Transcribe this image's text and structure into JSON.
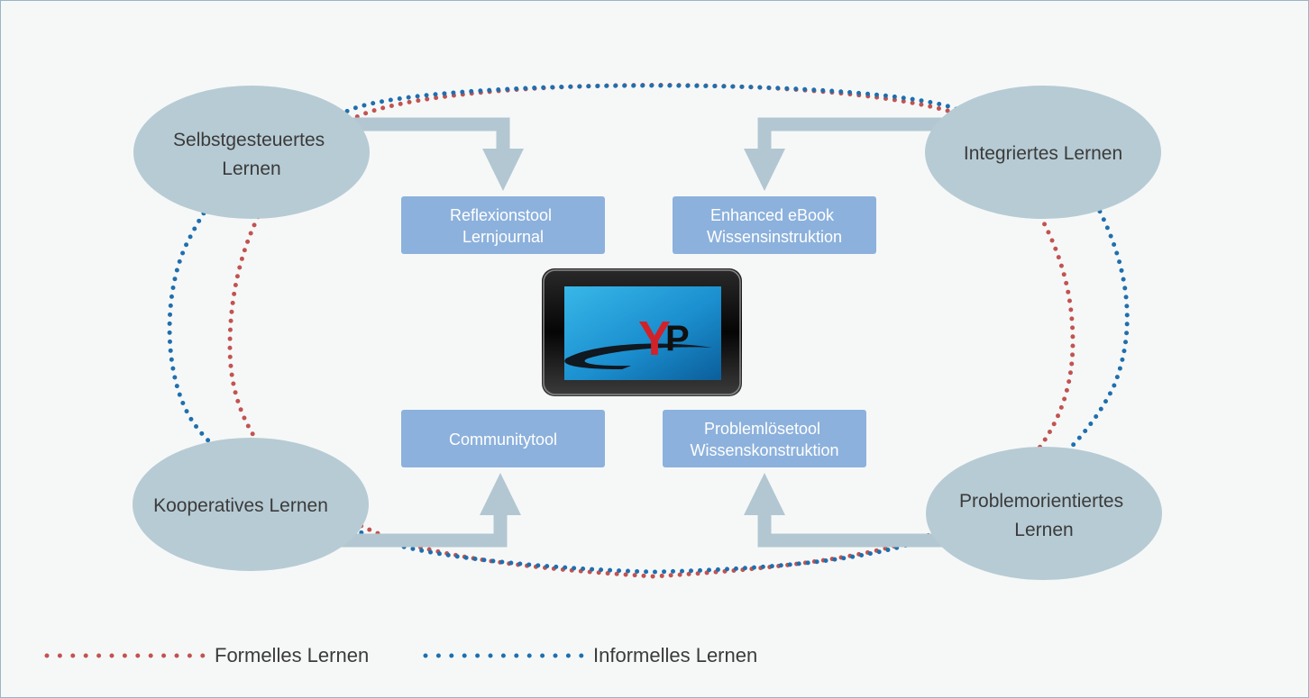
{
  "colors": {
    "formal": "#c25350",
    "informal": "#1f6fae",
    "ellipse": "#b7cbd4",
    "arrow": "#b2c7d1",
    "box": "#8cb1dc",
    "frame_border": "#9ab3c4",
    "background": "#f6f8f8"
  },
  "learning_forms": {
    "self_directed": [
      "Selbstgesteuertes",
      "Lernen"
    ],
    "integrated": [
      "Integriertes Lernen"
    ],
    "cooperative": [
      "Kooperatives Lernen"
    ],
    "problem_oriented": [
      "Problemorientiertes",
      "Lernen"
    ]
  },
  "tools": {
    "reflection": [
      "Reflexionstool",
      "Lernjournal"
    ],
    "ebook": [
      "Enhanced eBook",
      "Wissensinstruktion"
    ],
    "community": [
      "Communitytool"
    ],
    "problem_solving": [
      "Problemlösetool",
      "Wissenskonstruktion"
    ]
  },
  "device": {
    "logo_letters": [
      "Y",
      "P"
    ],
    "icon": "tablet-icon"
  },
  "legend": {
    "formal": "Formelles Lernen",
    "informal": "Informelles Lernen"
  }
}
